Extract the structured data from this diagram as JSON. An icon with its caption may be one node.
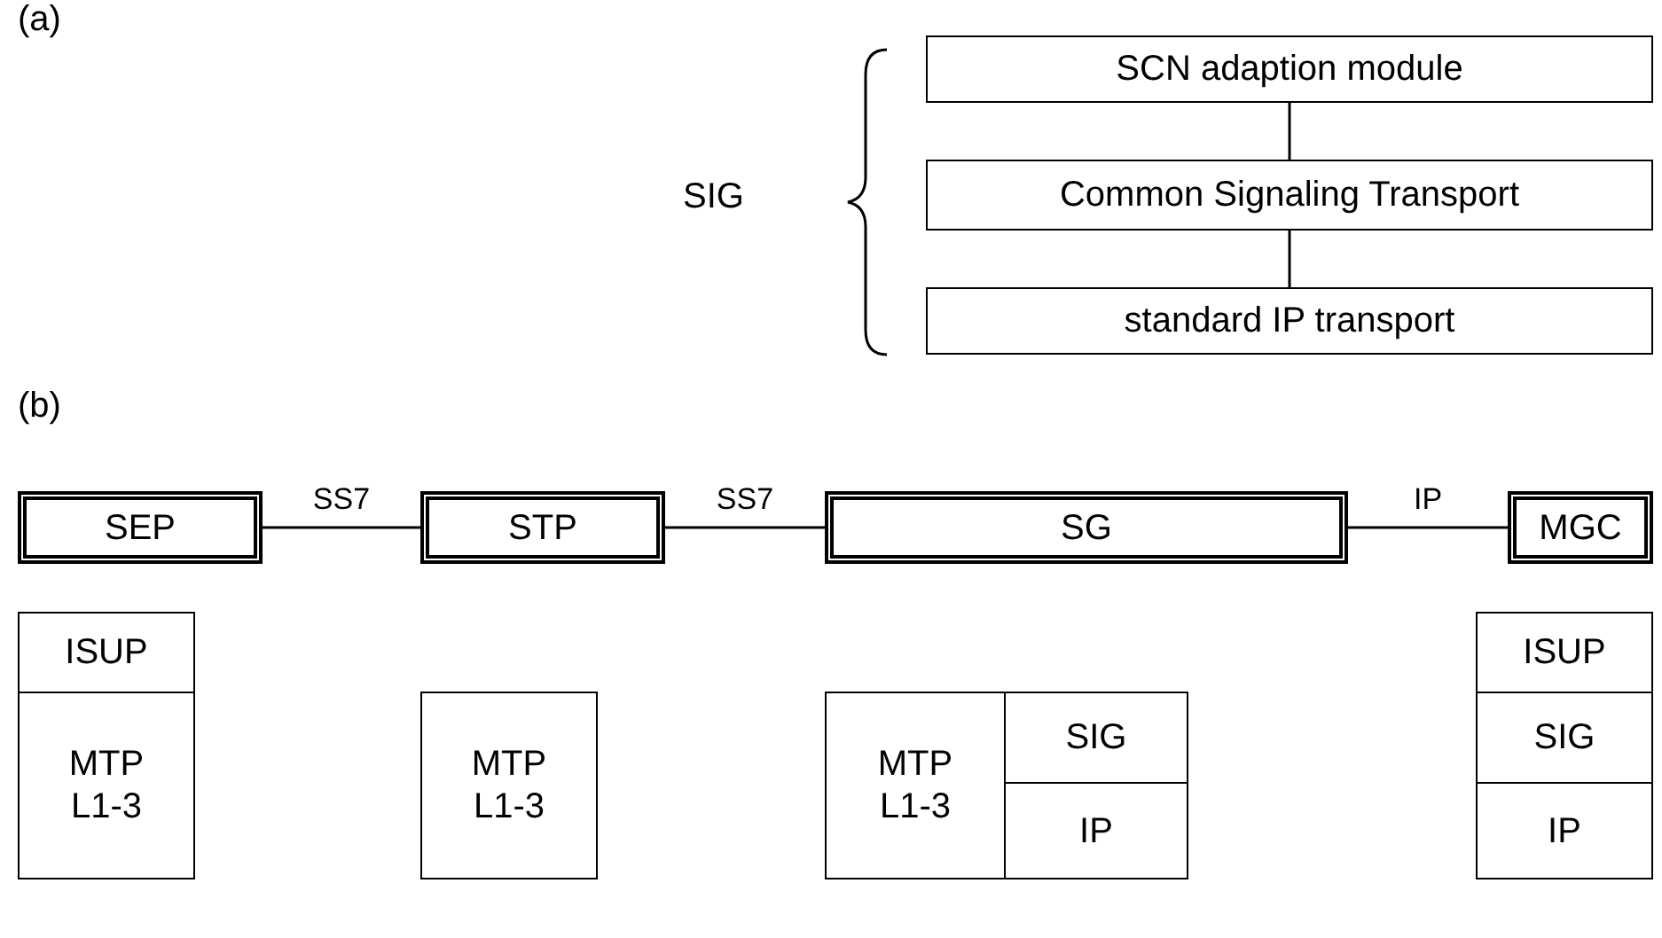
{
  "diagram": {
    "nodes": [
      {
        "text": [
          "SCN adaption module"
        ]
      },
      {
        "text": [
          "Common Signaling Transport"
        ]
      },
      {
        "text": [
          "standard IP transport"
        ]
      },
      {
        "text": [
          "SEP"
        ]
      },
      {
        "text": [
          "STP"
        ]
      },
      {
        "text": [
          "SG"
        ]
      },
      {
        "text": [
          "MGC"
        ]
      },
      {
        "text": [
          "ISUP"
        ]
      },
      {
        "text": [
          "MTP L1-3"
        ]
      },
      {
        "text": [
          "MTP L1-3"
        ]
      },
      {
        "text": [
          "MTP L1-3"
        ]
      },
      {
        "text": [
          "SIG"
        ]
      },
      {
        "text": [
          "IP"
        ]
      },
      {
        "text": [
          "ISUP"
        ]
      },
      {
        "text": [
          "SIG"
        ]
      },
      {
        "text": [
          "IP"
        ]
      }
    ],
    "edges": [
      {
        "from": 0,
        "to": 1,
        "arrow": "none"
      },
      {
        "from": 1,
        "to": 2,
        "arrow": "none"
      },
      {
        "from": 3,
        "to": 4,
        "arrow": "none",
        "label": "SS7"
      },
      {
        "from": 4,
        "to": 5,
        "arrow": "none",
        "label": "SS7"
      },
      {
        "from": 5,
        "to": 6,
        "arrow": "none",
        "label": "IP"
      }
    ],
    "labels": [
      "(a)",
      "SIG",
      "(b)"
    ]
  }
}
